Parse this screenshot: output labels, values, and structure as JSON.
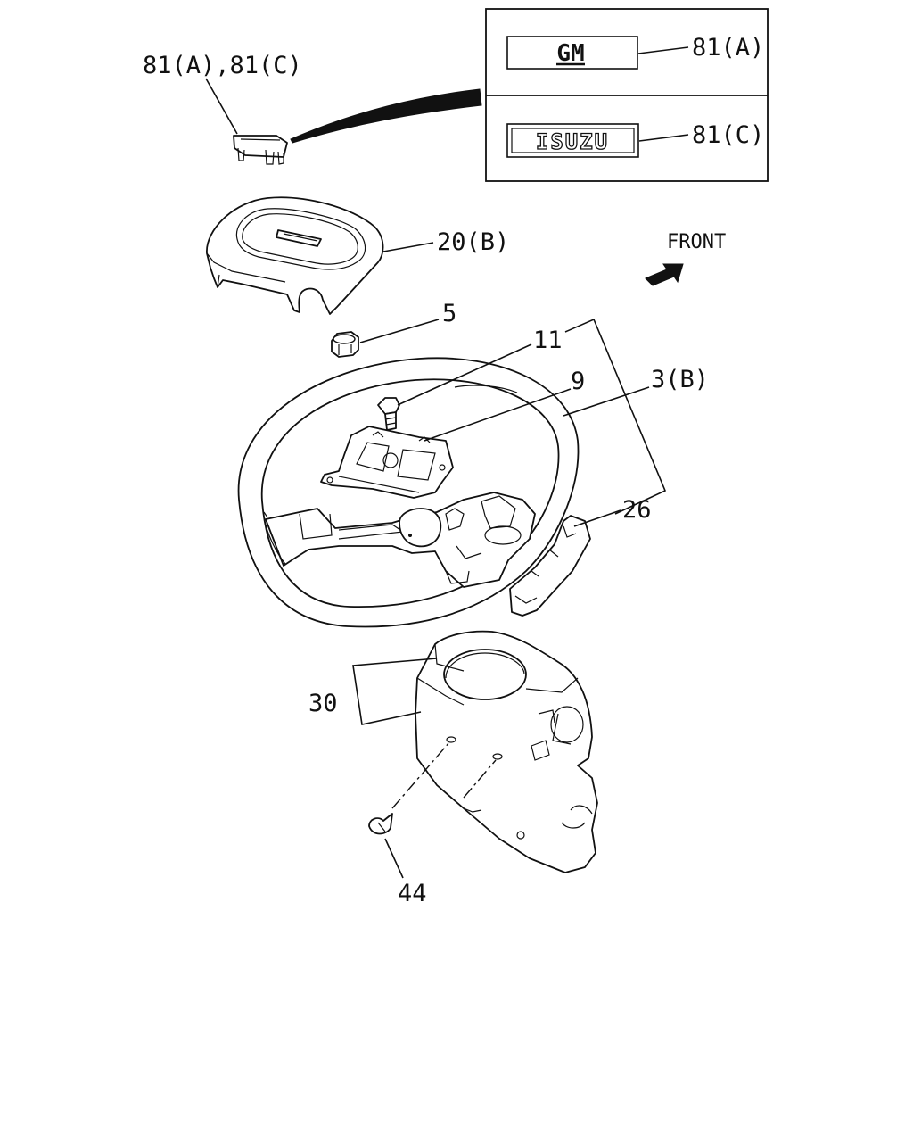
{
  "labels": {
    "emblem_pair": "81(A),81(C)",
    "emblem_a": "81(A)",
    "emblem_c": "81(C)",
    "horn_pad": "20(B)",
    "nut": "5",
    "bolt": "11",
    "horn_plate": "9",
    "wheel": "3(B)",
    "bracket": "26",
    "column_cover": "30",
    "screw": "44"
  },
  "direction_label": "FRONT",
  "emblems": {
    "gm_text": "GM",
    "isuzu_text": "ISUZU"
  }
}
